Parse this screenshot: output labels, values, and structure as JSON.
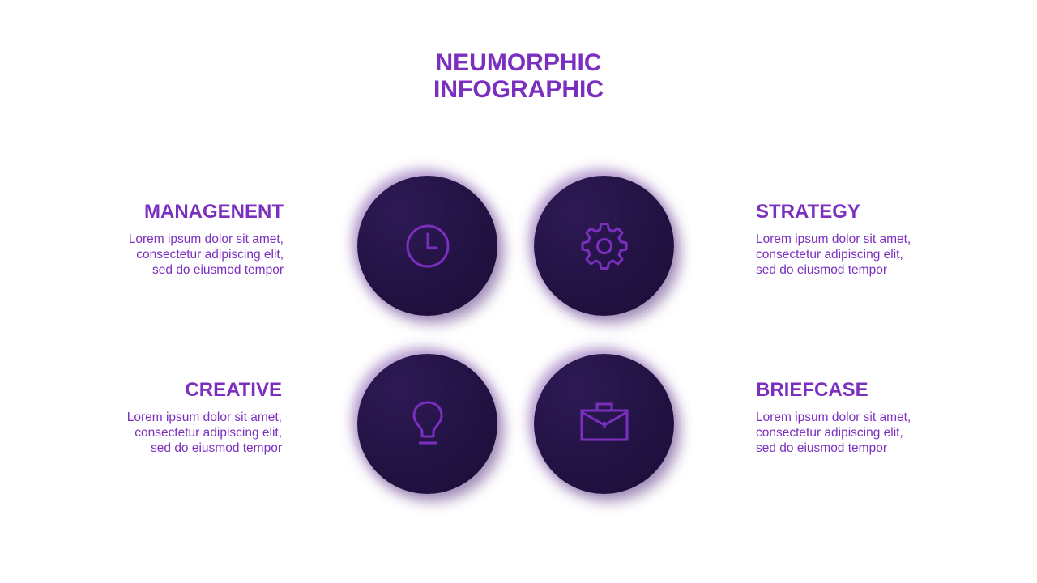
{
  "title": {
    "line1": "NEUMORPHIC",
    "line2": "INFOGRAPHIC"
  },
  "accent_color": "#7b2fbf",
  "circle_color": "#221243",
  "items": [
    {
      "heading": "MANAGENENT",
      "icon": "clock-icon",
      "text_lines": [
        "Lorem ipsum dolor sit amet,",
        "consectetur  adipiscing elit,",
        "sed do eiusmod tempor"
      ]
    },
    {
      "heading": "STRATEGY",
      "icon": "gear-icon",
      "text_lines": [
        "Lorem ipsum dolor sit amet,",
        "consectetur  adipiscing elit,",
        "sed do eiusmod tempor"
      ]
    },
    {
      "heading": "CREATIVE",
      "icon": "lightbulb-icon",
      "text_lines": [
        "Lorem ipsum dolor sit amet,",
        "consectetur  adipiscing elit,",
        "sed do eiusmod tempor"
      ]
    },
    {
      "heading": "BRIEFCASE",
      "icon": "briefcase-icon",
      "text_lines": [
        "Lorem ipsum dolor sit amet,",
        "consectetur  adipiscing elit,",
        "sed do eiusmod tempor"
      ]
    }
  ]
}
